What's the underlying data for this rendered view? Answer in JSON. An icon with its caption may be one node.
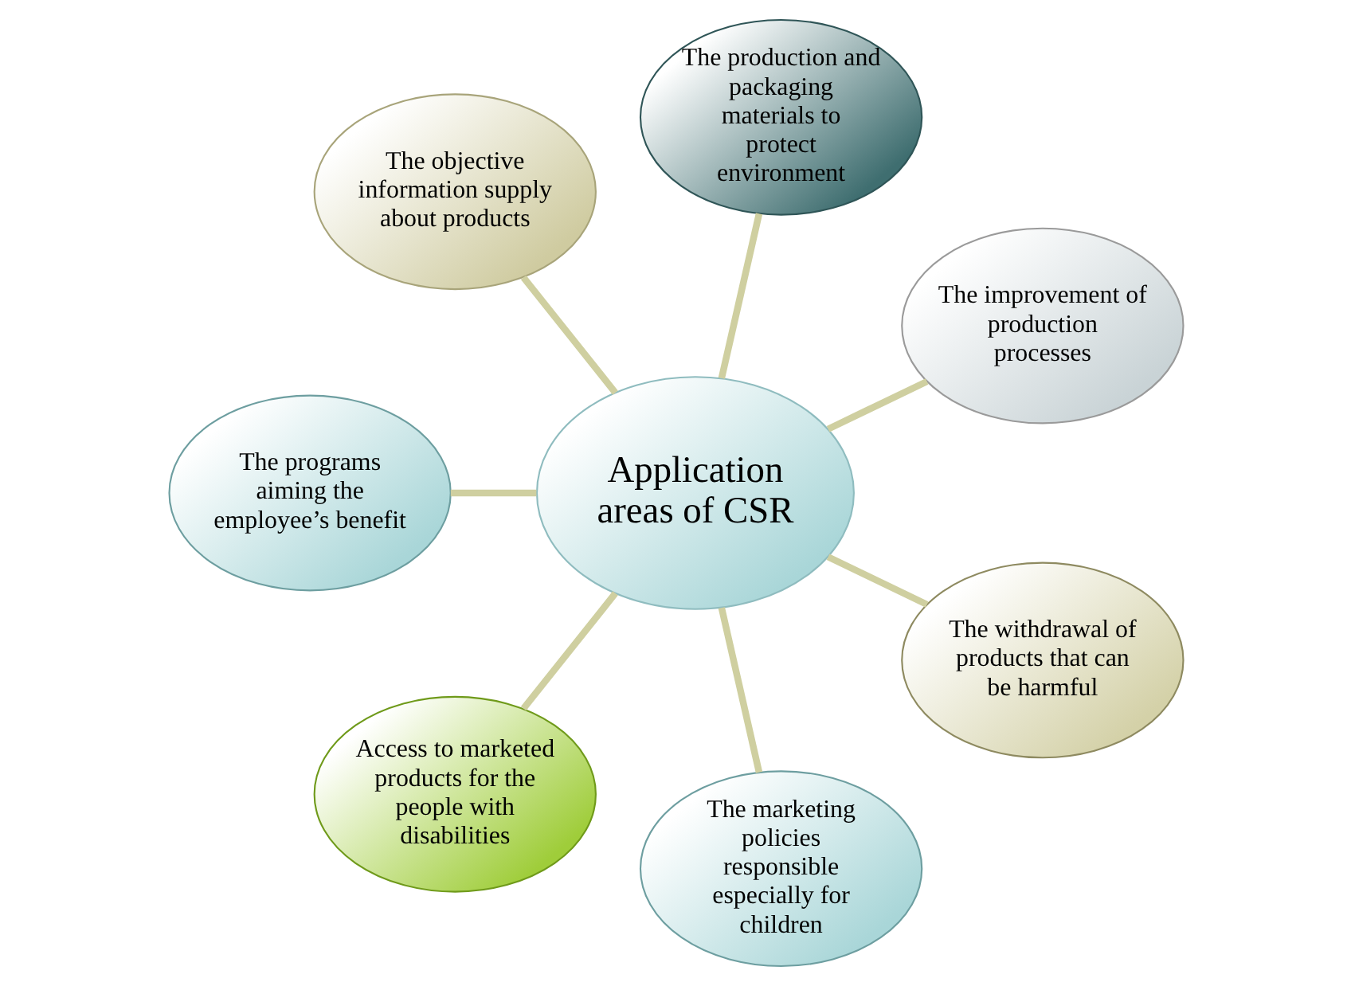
{
  "diagram": {
    "nodes": [
      {
        "text": [
          "Application areas of CSR"
        ]
      },
      {
        "text": [
          "The improvement of production processes"
        ]
      },
      {
        "text": [
          "The production and packaging materials to protect environment"
        ]
      },
      {
        "text": [
          "The objective information supply about products"
        ]
      },
      {
        "text": [
          "The programs aiming the employee’s benefit"
        ]
      },
      {
        "text": [
          "Access to marketed products for the people with disabilities"
        ]
      },
      {
        "text": [
          "The marketing policies responsible especially for children"
        ]
      },
      {
        "text": [
          "The withdrawal of products that can be harmful"
        ]
      }
    ],
    "edges": [
      {
        "from": 0,
        "to": 1,
        "arrow": "none"
      },
      {
        "from": 0,
        "to": 2,
        "arrow": "none"
      },
      {
        "from": 0,
        "to": 3,
        "arrow": "none"
      },
      {
        "from": 0,
        "to": 4,
        "arrow": "none"
      },
      {
        "from": 0,
        "to": 5,
        "arrow": "none"
      },
      {
        "from": 0,
        "to": 6,
        "arrow": "none"
      },
      {
        "from": 0,
        "to": 7,
        "arrow": "none"
      }
    ]
  }
}
